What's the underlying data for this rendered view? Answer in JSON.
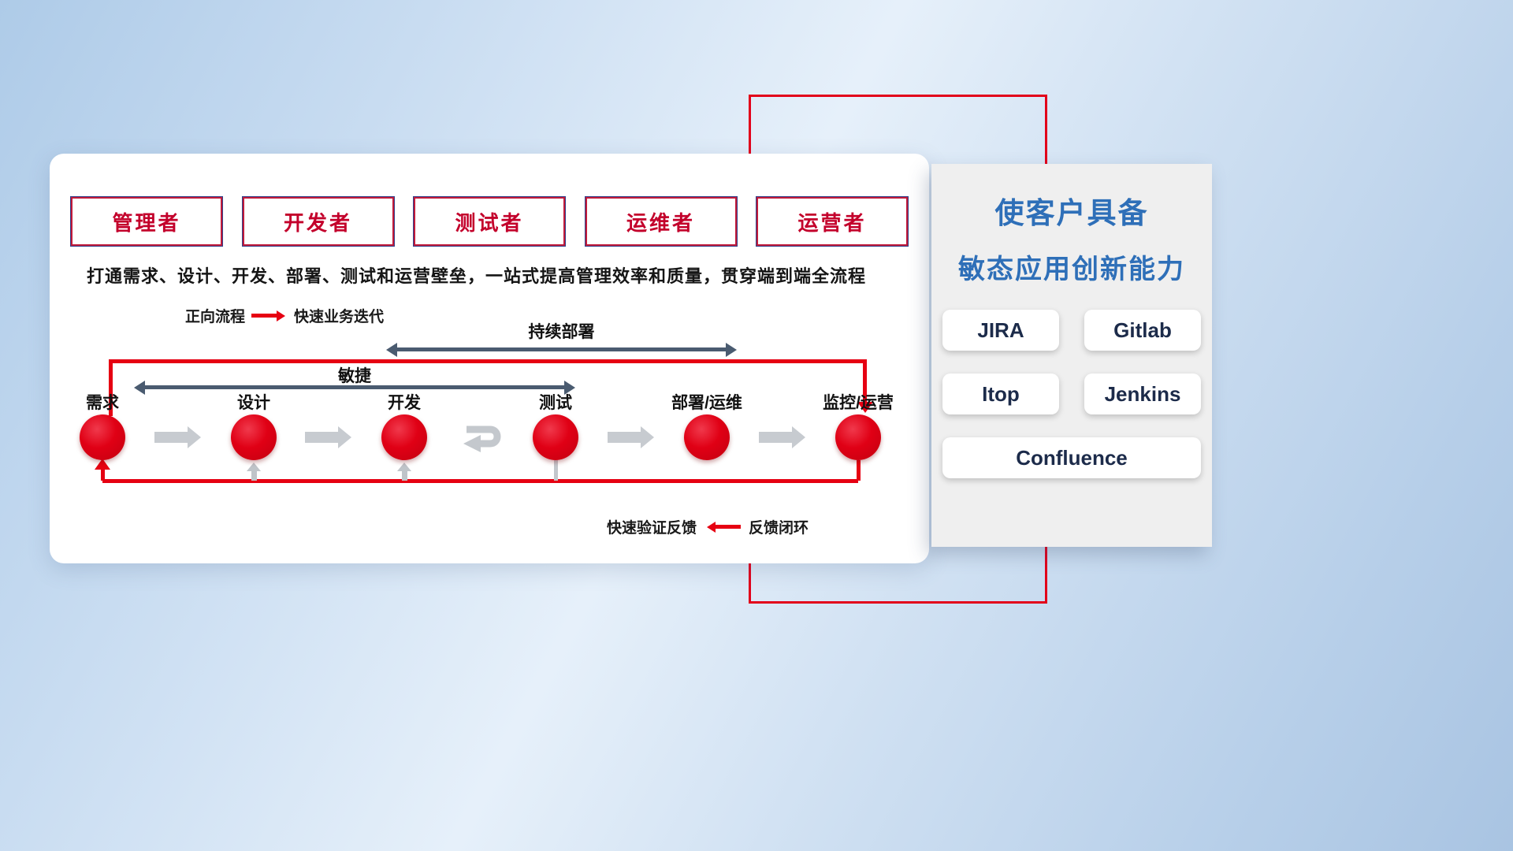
{
  "card": {
    "roles": [
      "管理者",
      "开发者",
      "测试者",
      "运维者",
      "运营者"
    ],
    "subtitle": "打通需求、设计、开发、部署、测试和运营壁垒，一站式提高管理效率和质量，贯穿端到端全流程",
    "forward_legend": {
      "label": "正向流程",
      "value": "快速业务迭代"
    },
    "flow": {
      "agile_label": "敏捷",
      "continuous_deploy_label": "持续部署",
      "steps": [
        "需求",
        "设计",
        "开发",
        "测试",
        "部署/运维",
        "监控/运营"
      ]
    },
    "feedback_legend": {
      "label": "快速验证反馈",
      "value": "反馈闭环"
    }
  },
  "panel": {
    "title_line1": "使客户具备",
    "title_line2": "敏态应用创新能力",
    "tools": [
      "JIRA",
      "Gitlab",
      "Itop",
      "Jenkins",
      "Confluence"
    ]
  },
  "colors": {
    "accent_red": "#e60012",
    "title_blue": "#2e6fb8",
    "slate_arrow": "#4a5b70",
    "gray_arrow": "#c7cbd0"
  }
}
